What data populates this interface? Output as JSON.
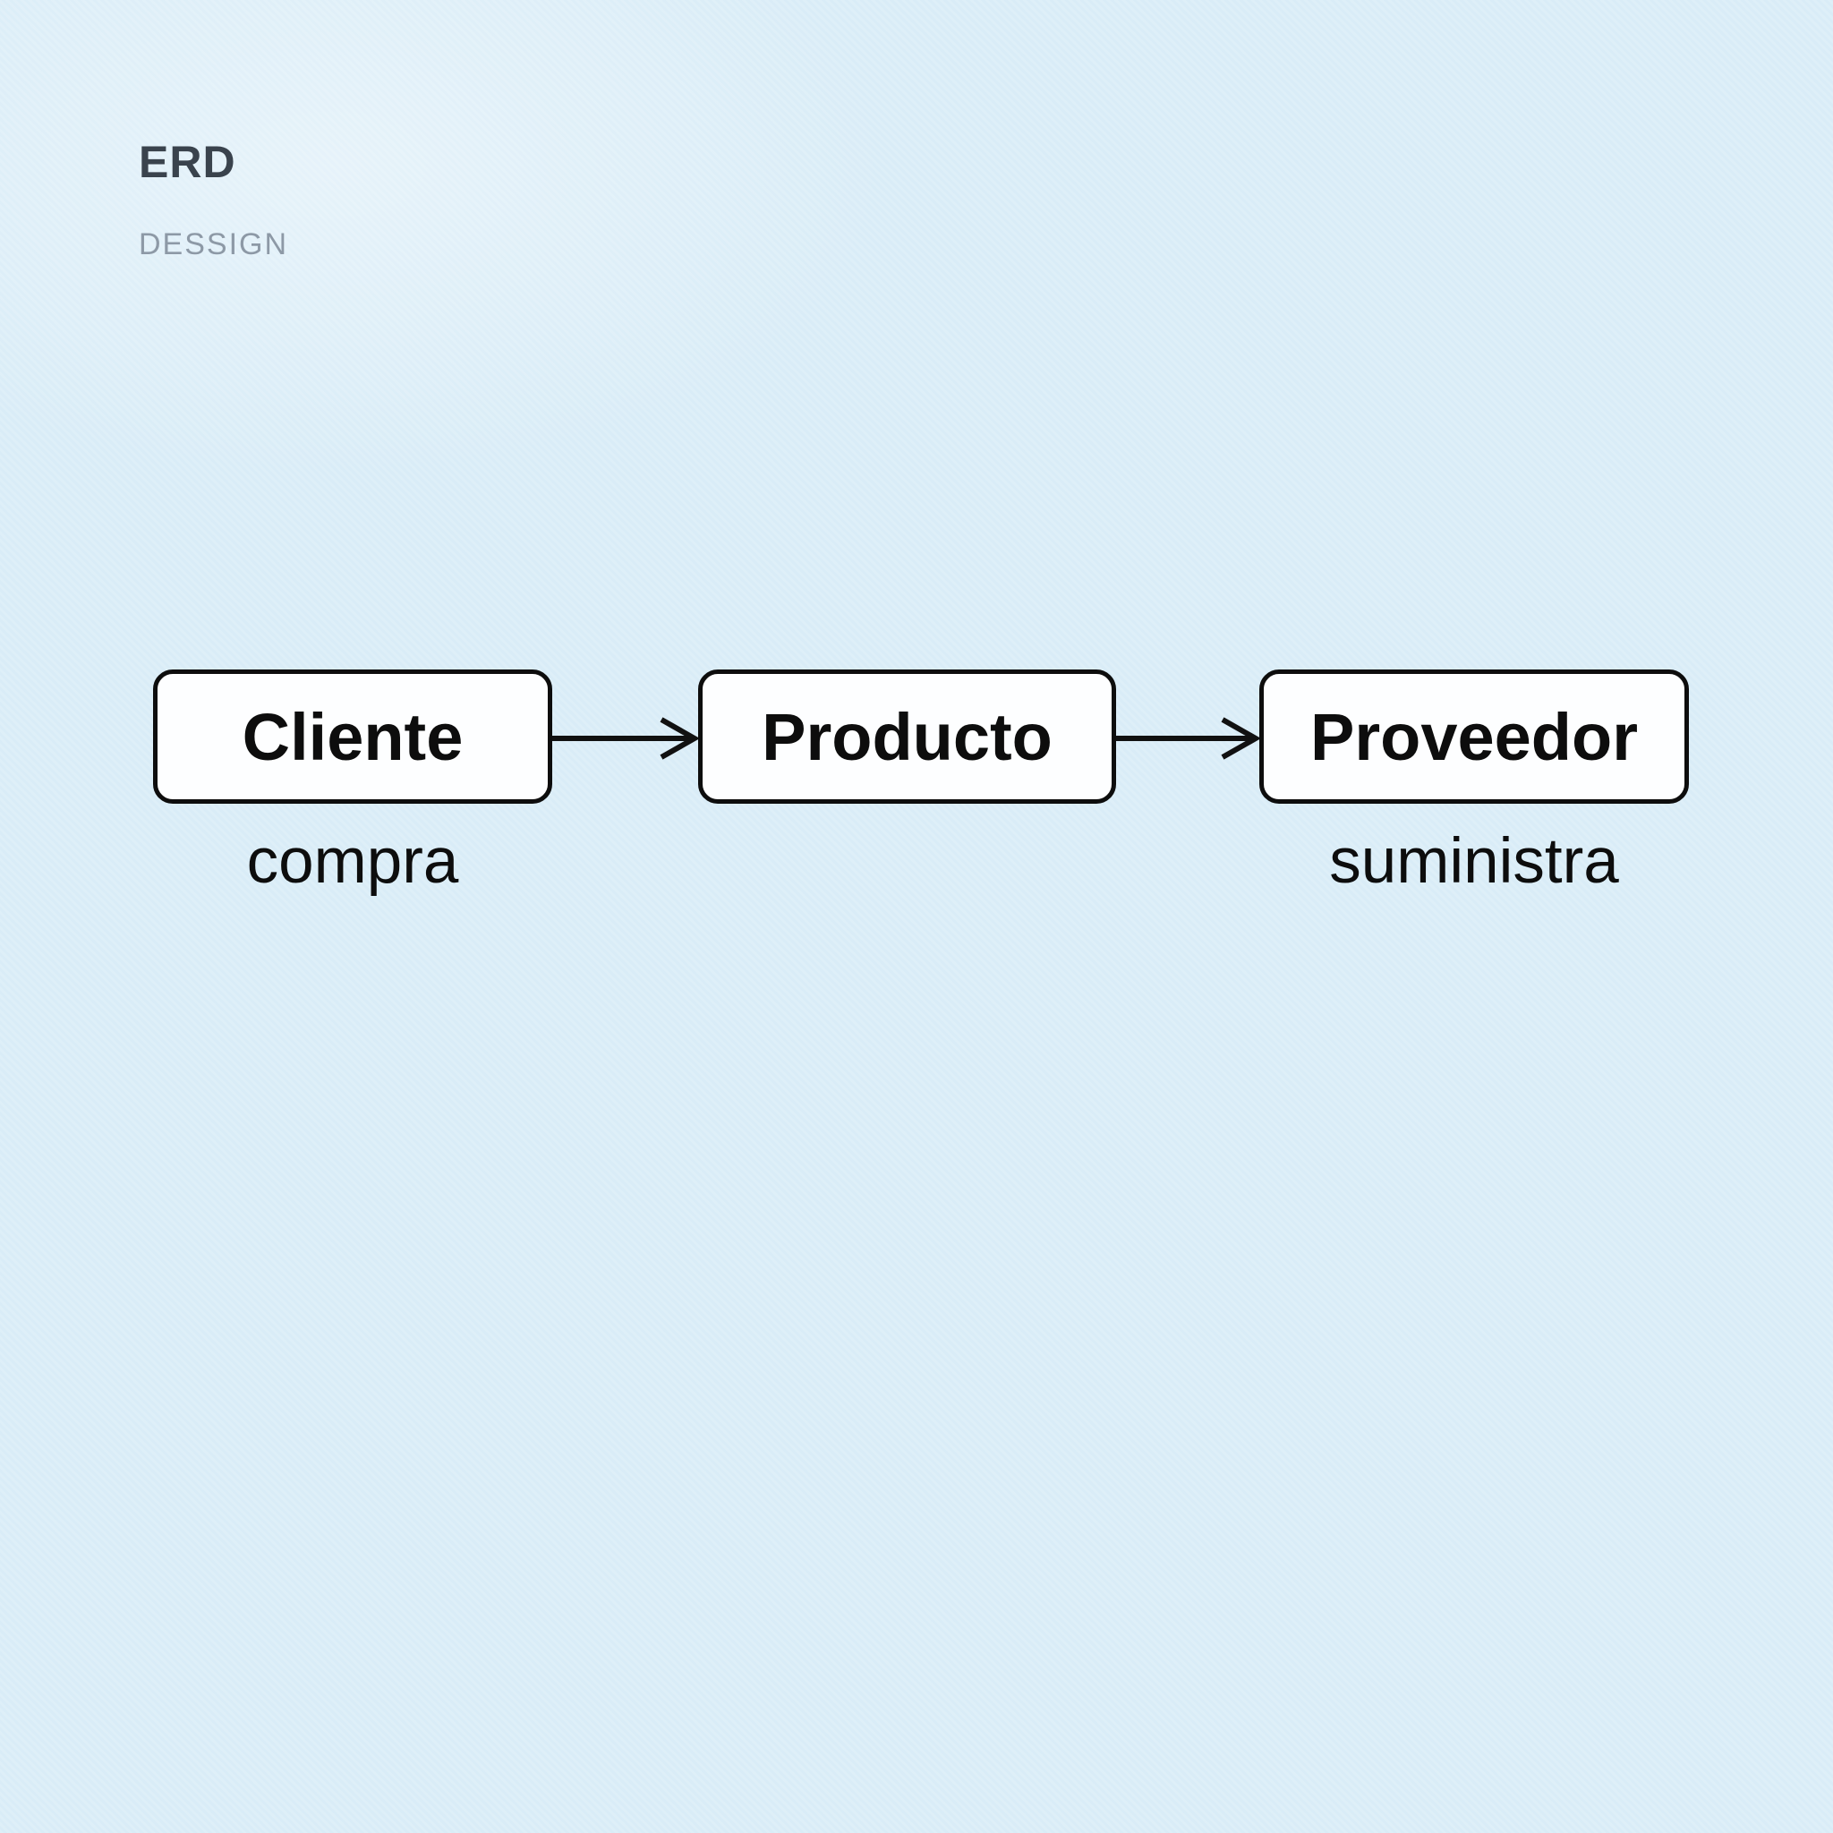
{
  "header": {
    "title": "ERD",
    "subtitle": "DESSIGN"
  },
  "diagram": {
    "entities": [
      {
        "id": "cliente",
        "label": "Cliente"
      },
      {
        "id": "producto",
        "label": "Producto"
      },
      {
        "id": "proveedor",
        "label": "Proveedor"
      }
    ],
    "relations": [
      {
        "id": "compra",
        "label": "compra",
        "under": "cliente"
      },
      {
        "id": "suministra",
        "label": "suministra",
        "under": "proveedor"
      }
    ],
    "connections": [
      {
        "from": "cliente",
        "to": "producto",
        "style": "open-chevron-arrow"
      },
      {
        "from": "producto",
        "to": "proveedor",
        "style": "open-chevron-arrow"
      }
    ]
  },
  "colors": {
    "background": "#dceef8",
    "box_fill": "#fdfeff",
    "box_border": "#0d0d0d",
    "box_text": "#0d0d0d",
    "title": "#3a434d",
    "subtitle": "#8d99a6",
    "arrow": "#111111"
  }
}
